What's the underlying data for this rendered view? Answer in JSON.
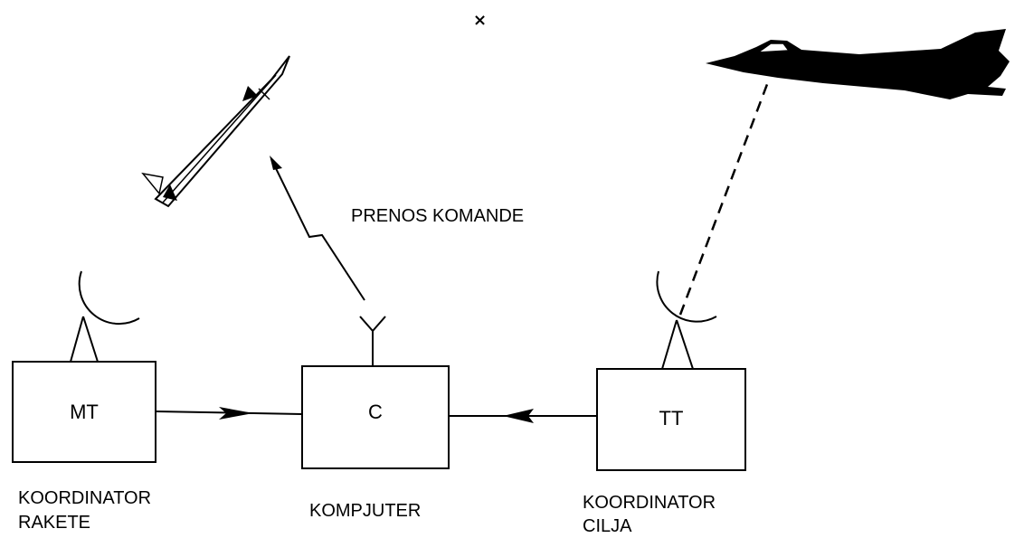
{
  "diagram": {
    "marker": "×",
    "command_link_label": "PRENOS KOMANDE",
    "boxes": {
      "missile_tracker": "MT",
      "computer": "C",
      "target_tracker": "TT"
    },
    "captions": {
      "missile_tracker_line1": "KOORDINATOR",
      "missile_tracker_line2": "RAKETE",
      "computer": "KOMPJUTER",
      "target_tracker_line1": "KOORDINATOR",
      "target_tracker_line2": "CILJA"
    },
    "icons": [
      "missile-icon",
      "jet-aircraft-icon",
      "radar-dish-icon",
      "antenna-icon",
      "lightning-arrow-icon"
    ]
  }
}
